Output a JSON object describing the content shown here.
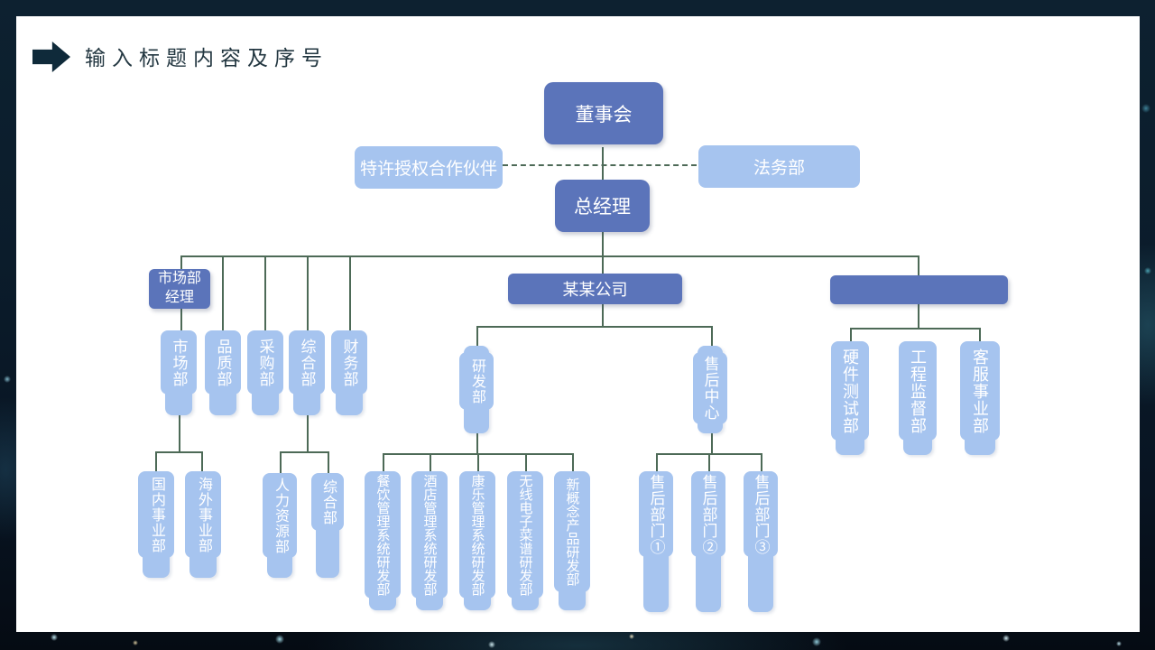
{
  "slide": {
    "title": "输入标题内容及序号",
    "accent_color": "#0f2a3a",
    "background_color": "#ffffff",
    "backdrop_color": "#0b1c2b"
  },
  "chart": {
    "type": "org-chart",
    "colors": {
      "primary_node": "#5b74ba",
      "secondary_node": "#a6c4ef",
      "connector": "#4d6a57",
      "node_text": "#ffffff"
    },
    "nodes": {
      "board": "董事会",
      "franchise": "特许授权合作伙伴",
      "legal": "法务部",
      "gm": "总经理",
      "mkt_manager": "市场部经理",
      "company": "某某公司",
      "unnamed": "",
      "marketing": "市场部",
      "quality": "品质部",
      "purchasing": "采购部",
      "general": "综合部",
      "finance": "财务部",
      "domestic": "国内事业部",
      "overseas": "海外事业部",
      "hr": "人力资源部",
      "general_sub": "综合部",
      "rnd": "研发部",
      "aftersales_center": "售后中心",
      "catering_rnd": "餐饮管理系统研发部",
      "hotel_rnd": "酒店管理系统研发部",
      "recreation_rnd": "康乐管理系统研发部",
      "wireless_menu_rnd": "无线电子菜谱研发部",
      "new_concept_rnd": "新概念产品研发部",
      "aftersales_1": "售后部门①",
      "aftersales_2": "售后部门②",
      "aftersales_3": "售后部门③",
      "hardware_testing": "硬件测试部",
      "engineering_supervision": "工程监督部",
      "customer_service": "客服事业部"
    }
  }
}
